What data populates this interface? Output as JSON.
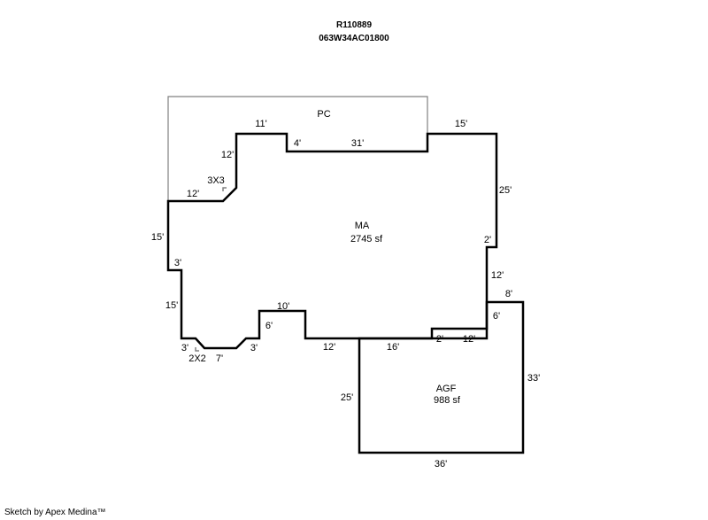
{
  "header": {
    "parcel_id": "R110889",
    "map_number": "063W34AC01800"
  },
  "areas": {
    "porch": {
      "code": "PC"
    },
    "main": {
      "code": "MA",
      "size": "2745 sf"
    },
    "garage": {
      "code": "AGF",
      "size": "988 sf"
    }
  },
  "dimensions": {
    "pc_top_left": "11'",
    "pc_notch": "4'",
    "pc_top": "31'",
    "pc_left_vert": "12'",
    "pc_left": "12'",
    "bay_ne": "3X3",
    "top_right": "15'",
    "right_upper": "25'",
    "right_jog": "2'",
    "right_mid": "12'",
    "left_upper": "15'",
    "left_jog": "3'",
    "left_lower": "15'",
    "bay_sw_left": "3'",
    "bay_sw": "2X2",
    "bottom_seg": "7'",
    "bay_sw_right": "3'",
    "bump_side": "6'",
    "bump_top": "10'",
    "bottom_mid": "12'",
    "garage_top_left": "16'",
    "garage_jog": "2'",
    "garage_top_right": "12'",
    "garage_notch": "6'",
    "garage_top": "8'",
    "garage_right": "33'",
    "garage_left": "25'",
    "garage_bottom": "36'"
  },
  "footer": {
    "credit": "Sketch by Apex Medina™"
  }
}
